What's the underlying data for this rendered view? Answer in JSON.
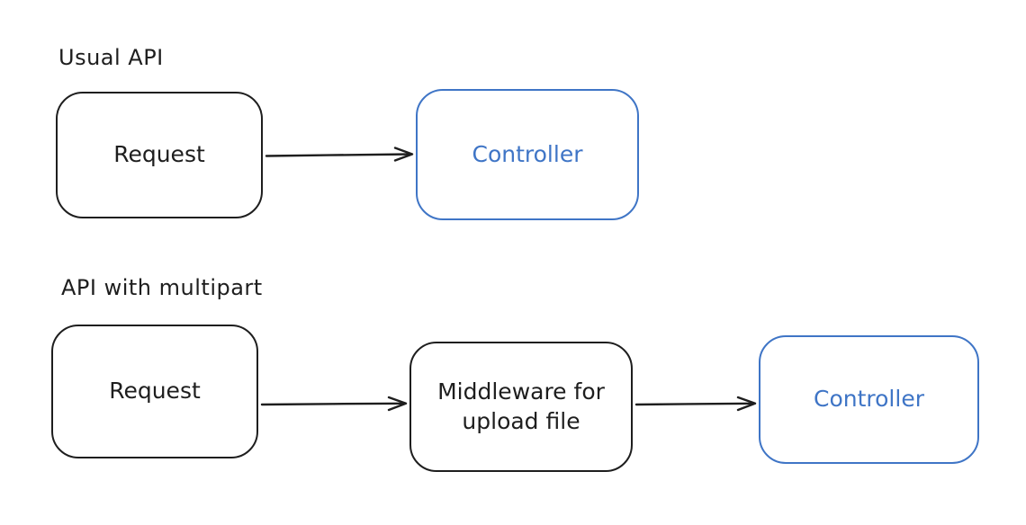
{
  "diagram": {
    "background": "#ffffff",
    "colors": {
      "stroke_dark": "#1e1e1e",
      "stroke_blue": "#3f75c6"
    },
    "sections": [
      {
        "title": "Usual API",
        "nodes": [
          {
            "label": "Request",
            "color": "dark"
          },
          {
            "label": "Controller",
            "color": "blue"
          }
        ],
        "arrows": [
          {
            "from": "Request",
            "to": "Controller"
          }
        ]
      },
      {
        "title": "API with multipart",
        "nodes": [
          {
            "label": "Request",
            "color": "dark"
          },
          {
            "label": "Middleware for upload file",
            "color": "dark"
          },
          {
            "label": "Controller",
            "color": "blue"
          }
        ],
        "arrows": [
          {
            "from": "Request",
            "to": "Middleware for upload file"
          },
          {
            "from": "Middleware for upload file",
            "to": "Controller"
          }
        ]
      }
    ]
  }
}
